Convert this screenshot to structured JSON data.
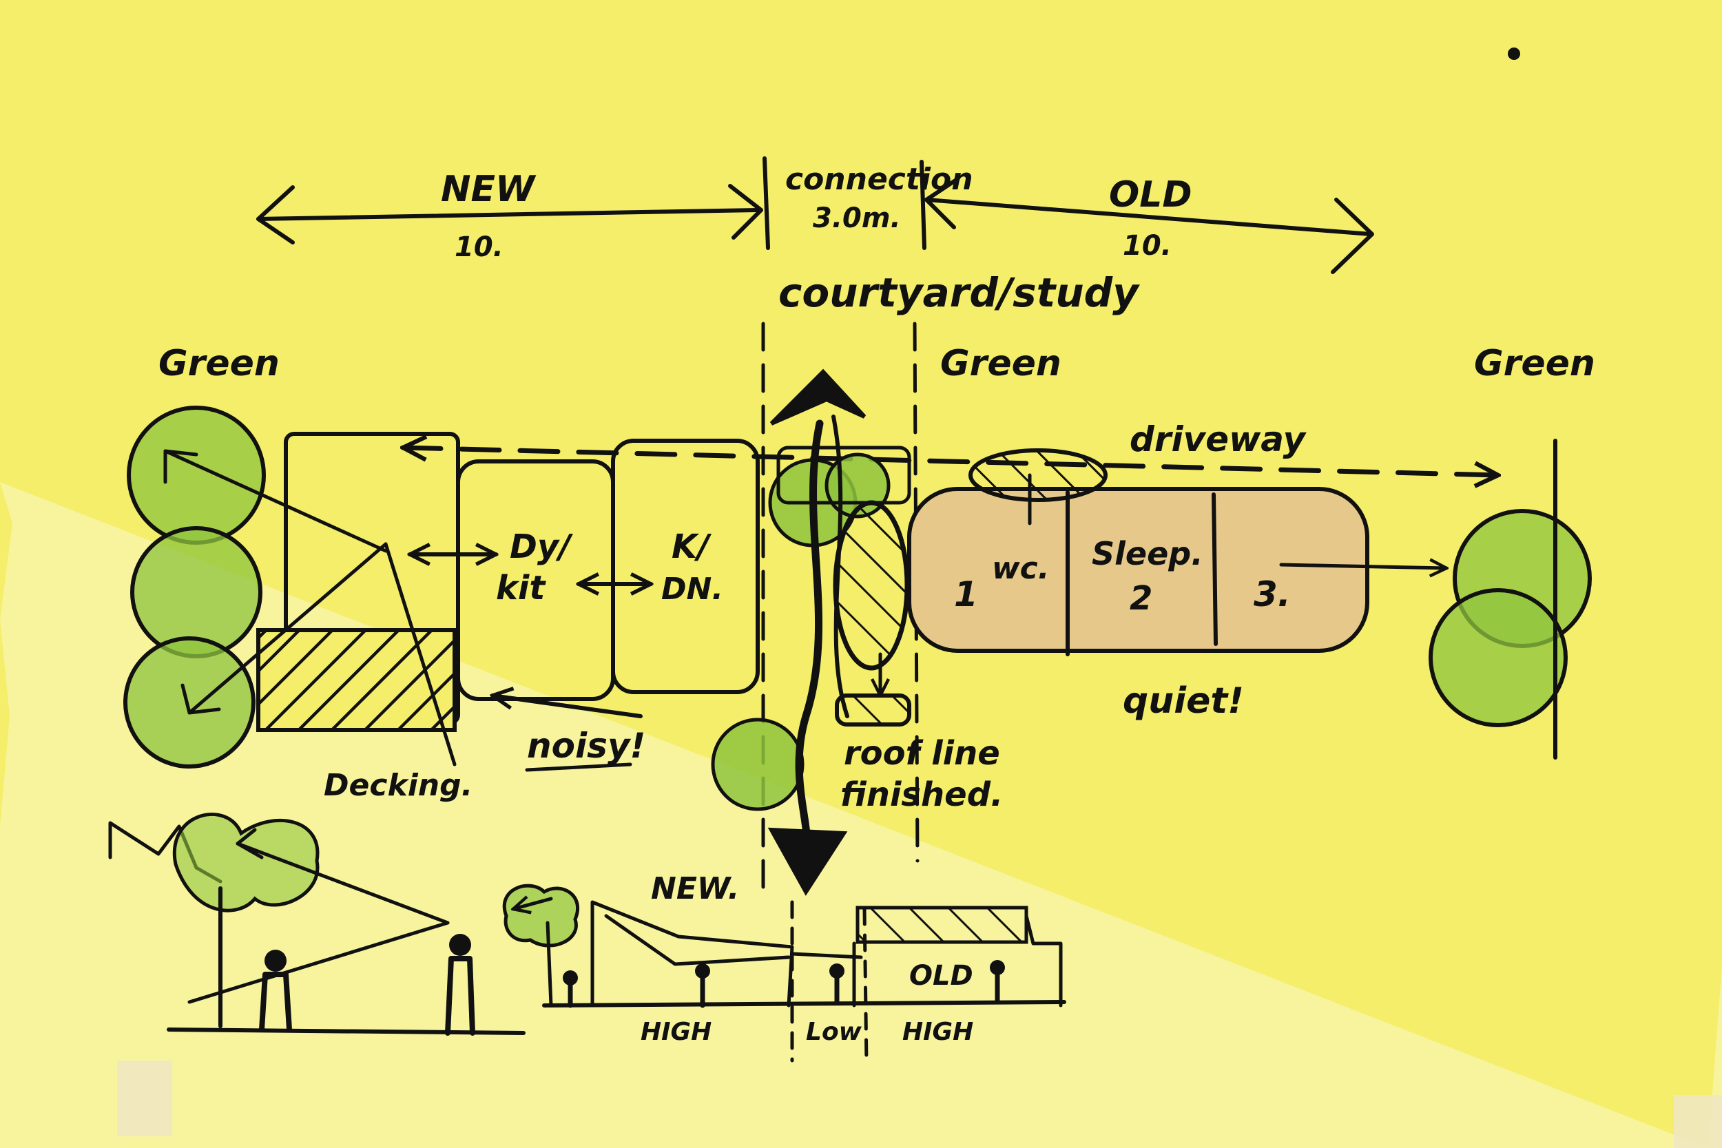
{
  "colors": {
    "paper": "#f4ee6a",
    "ink": "#111111",
    "tree_green": "#8fc43d",
    "old_wing_fill": "#e6c98a",
    "tape": "#efe7c0"
  },
  "icons": [
    "arrow-icon",
    "tree-icon",
    "person-icon",
    "hatch-pattern"
  ],
  "dimensions": {
    "new": {
      "label": "NEW",
      "length": "10."
    },
    "connection": {
      "label": "connection",
      "length": "3.0m."
    },
    "old": {
      "label": "OLD",
      "length": "10."
    }
  },
  "labels": {
    "courtyard_study": "courtyard/study",
    "green_left": "Green",
    "green_middle": "Green",
    "green_right": "Green",
    "driveway": "driveway",
    "living_kit": "Dy/ kit",
    "kitchen_dining": "K/ DN.",
    "room_1": "1",
    "wc": "wc.",
    "sleep": "Sleep.",
    "sleep_num": "2",
    "room_3": "3.",
    "quiet": "quiet!",
    "noisy": "noisy!",
    "decking": "Decking.",
    "roof_line_1": "roof line",
    "roof_line_2": "finished.",
    "section_new": "NEW.",
    "section_old": "OLD",
    "high_left": "HIGH",
    "low": "Low",
    "high_right": "HIGH"
  }
}
